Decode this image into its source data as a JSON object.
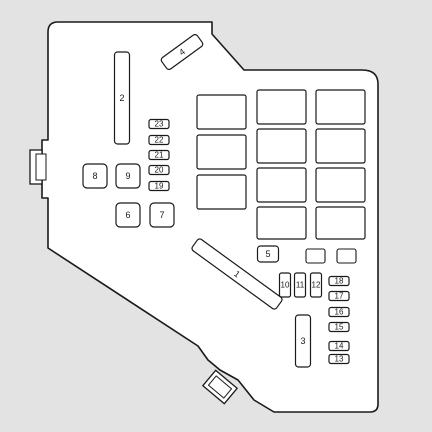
{
  "diagram": {
    "colors": {
      "background": "#e3e3e3",
      "panel": "#ffffff",
      "stroke": "#1a1a1a"
    },
    "fuses": [
      {
        "label": "1"
      },
      {
        "label": "2"
      },
      {
        "label": "3"
      },
      {
        "label": "4"
      },
      {
        "label": "5"
      },
      {
        "label": "6"
      },
      {
        "label": "7"
      },
      {
        "label": "8"
      },
      {
        "label": "9"
      },
      {
        "label": "10"
      },
      {
        "label": "11"
      },
      {
        "label": "12"
      },
      {
        "label": "13"
      },
      {
        "label": "14"
      },
      {
        "label": "15"
      },
      {
        "label": "16"
      },
      {
        "label": "17"
      },
      {
        "label": "18"
      },
      {
        "label": "19"
      },
      {
        "label": "20"
      },
      {
        "label": "21"
      },
      {
        "label": "22"
      },
      {
        "label": "23"
      }
    ]
  }
}
